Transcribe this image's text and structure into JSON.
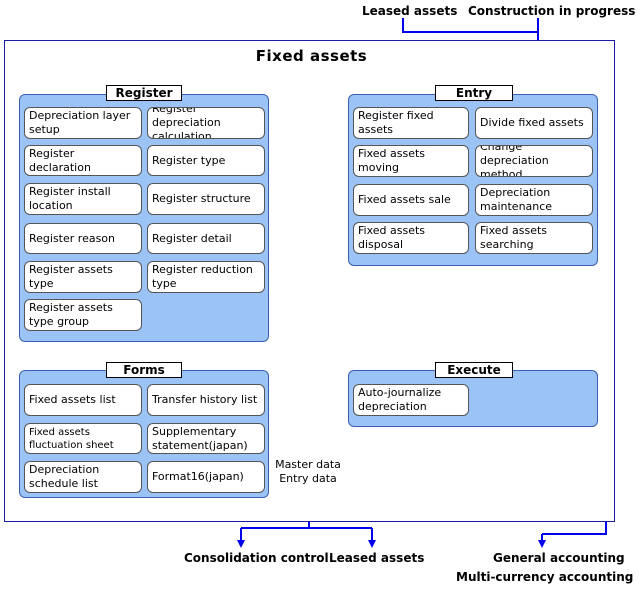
{
  "title": "Fixed assets",
  "inputs": [
    "Leased assets",
    "Construction in progress"
  ],
  "register": {
    "label": "Register",
    "items": [
      "Depreciation layer setup",
      "Register depreciation calculation",
      "Register declaration",
      "Register type",
      "Register install location",
      "Register structure",
      "Register reason",
      "Register detail",
      "Register assets type",
      "Register reduction type",
      "Register assets type group"
    ]
  },
  "entry": {
    "label": "Entry",
    "items": [
      "Register fixed assets",
      "Divide fixed assets",
      "Fixed assets moving",
      "Change depreciation method",
      "Fixed assets sale",
      "Depreciation maintenance",
      "Fixed assets disposal",
      "Fixed assets searching"
    ]
  },
  "forms": {
    "label": "Forms",
    "items": [
      "Fixed assets list",
      "Transfer history list",
      "Fixed assets fluctuation sheet",
      "Supplementary statement(japan)",
      "Depreciation schedule list",
      "Format16(japan)"
    ]
  },
  "execute": {
    "label": "Execute",
    "items": [
      "Auto-journalize depreciation"
    ]
  },
  "database": {
    "line1": "Master data",
    "line2": "Entry data"
  },
  "outputs": {
    "consolidation": "Consolidation control",
    "leased": "Leased assets",
    "general": "General accounting",
    "multicurrency": "Multi-currency accounting"
  }
}
